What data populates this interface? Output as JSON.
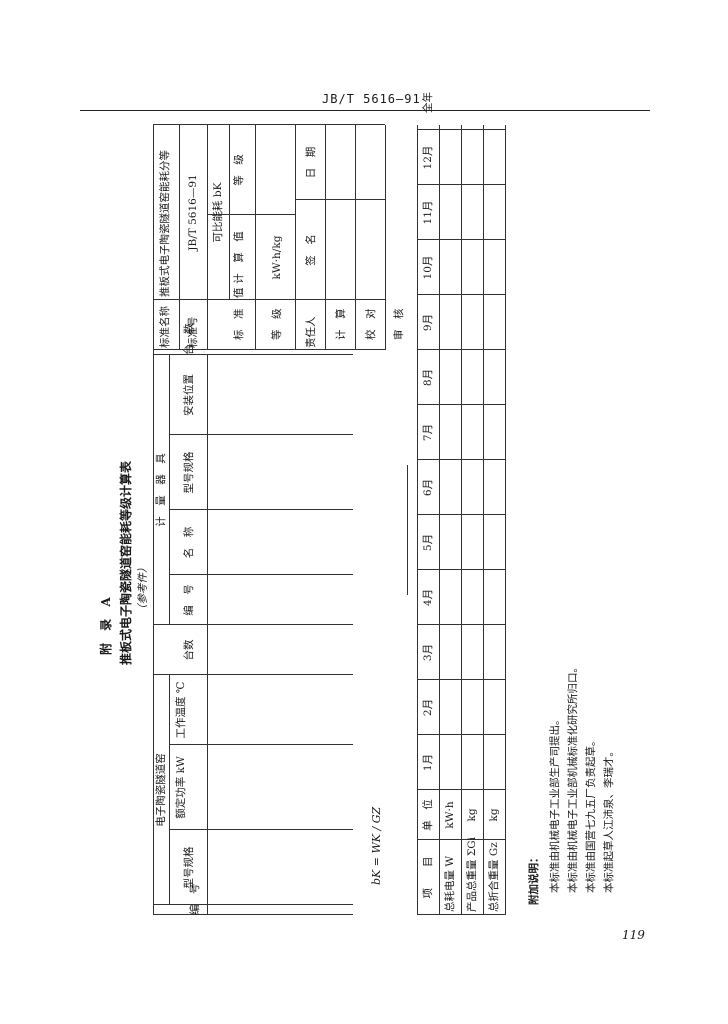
{
  "header": {
    "standard_code": "JB/T 5616—91"
  },
  "page_number": "119",
  "appendix": {
    "label": "附  录  A",
    "title": "推板式电子陶瓷隧道窑能耗等级计算表",
    "note": "（参考件）"
  },
  "table": {
    "col_serial": "编　号",
    "kiln_group": "电子陶瓷隧道窑",
    "col_model": "型号规格",
    "col_power": "额定功率 kW",
    "col_temp": "工作温度 ℃",
    "col_count": "台数",
    "meter_group": "计　量　器　具",
    "col_meter_no": "编　号",
    "col_meter_name": "名　称",
    "col_meter_model": "型号规格",
    "col_meter_location": "安装位置",
    "col_meter_count": "台　数",
    "std_name_label": "标准名称",
    "std_name_value": "推板式电子陶瓷隧道窑能耗分等",
    "std_no_label": "标准号",
    "std_no_value": "JB/T 5616—91",
    "comparable_label": "可比能耗 bK",
    "std_value_label": "标　准　值",
    "calc_value_label": "计　算　值",
    "grade_label": "等　级",
    "unit_kwh_kg": "kW·h/kg",
    "grade_label_2": "等　级",
    "responsible": "责任人",
    "signature": "签　名",
    "date": "日　期",
    "calculate": "计　算",
    "proofread": "校　对",
    "review": "审　核"
  },
  "formula": "bK = WK / GZ",
  "monthly": {
    "header_item": "项　　目",
    "header_unit": "单　位",
    "months": [
      "1月",
      "2月",
      "3月",
      "4月",
      "5月",
      "6月",
      "7月",
      "8月",
      "9月",
      "10月",
      "11月",
      "12月",
      "全年"
    ],
    "rows": [
      {
        "item": "总耗电量 W",
        "unit": "kW·h"
      },
      {
        "item": "产品总重量 ΣGi",
        "unit": "kg"
      },
      {
        "item": "总折合重量 Gz",
        "unit": "kg"
      }
    ]
  },
  "notes": {
    "title": "附加说明：",
    "lines": [
      "本标准由机械电子工业部生产司提出。",
      "本标准由机械电子工业部机械标准化研究所归口。",
      "本标准由国营七九五厂负责起草。",
      "本标准起草人江沛泉、李瑞才。"
    ]
  }
}
